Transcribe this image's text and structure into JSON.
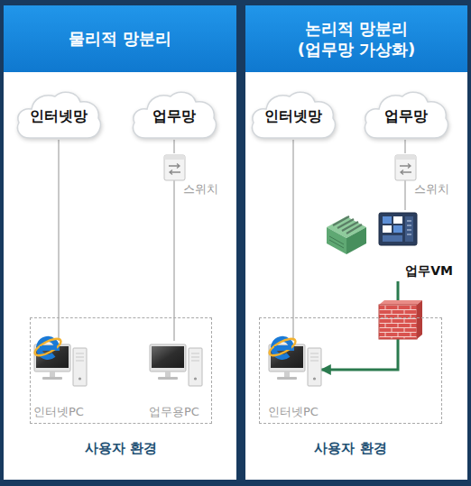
{
  "diagram": {
    "nodes": [
      {
        "text": [
          "물리적 망분리"
        ]
      },
      {
        "text": [
          "인터넷망"
        ],
        "in": 0
      },
      {
        "text": [
          "업무망"
        ],
        "in": 0
      },
      {
        "text": [
          "스위치"
        ],
        "in": 0
      },
      {
        "text": [
          "사용자 환경"
        ],
        "in": 0
      },
      {
        "text": [
          "인터넷PC"
        ],
        "in": 4
      },
      {
        "text": [
          "업무용PC"
        ],
        "in": 4
      },
      {
        "text": [
          "논리적 망분리 (업무망 가상화)"
        ]
      },
      {
        "text": [
          "인터넷망"
        ],
        "in": 7
      },
      {
        "text": [
          "업무망"
        ],
        "in": 7
      },
      {
        "text": [
          "스위치"
        ],
        "in": 7
      },
      {
        "text": [
          "업무VM"
        ],
        "in": 7
      },
      {
        "text": [
          "사용자 환경"
        ],
        "in": 7
      },
      {
        "text": [
          "인터넷PC"
        ],
        "in": 12
      }
    ],
    "edges": [
      {
        "from": 1,
        "to": 5,
        "arrow": "none"
      },
      {
        "from": 2,
        "to": 3,
        "arrow": "none"
      },
      {
        "from": 3,
        "to": 6,
        "arrow": "none"
      },
      {
        "from": 8,
        "to": 13,
        "arrow": "none"
      },
      {
        "from": 9,
        "to": 10,
        "arrow": "none"
      },
      {
        "from": 10,
        "to": 11,
        "arrow": "none"
      },
      {
        "from": 11,
        "to": 13,
        "arrow": "to"
      }
    ]
  }
}
